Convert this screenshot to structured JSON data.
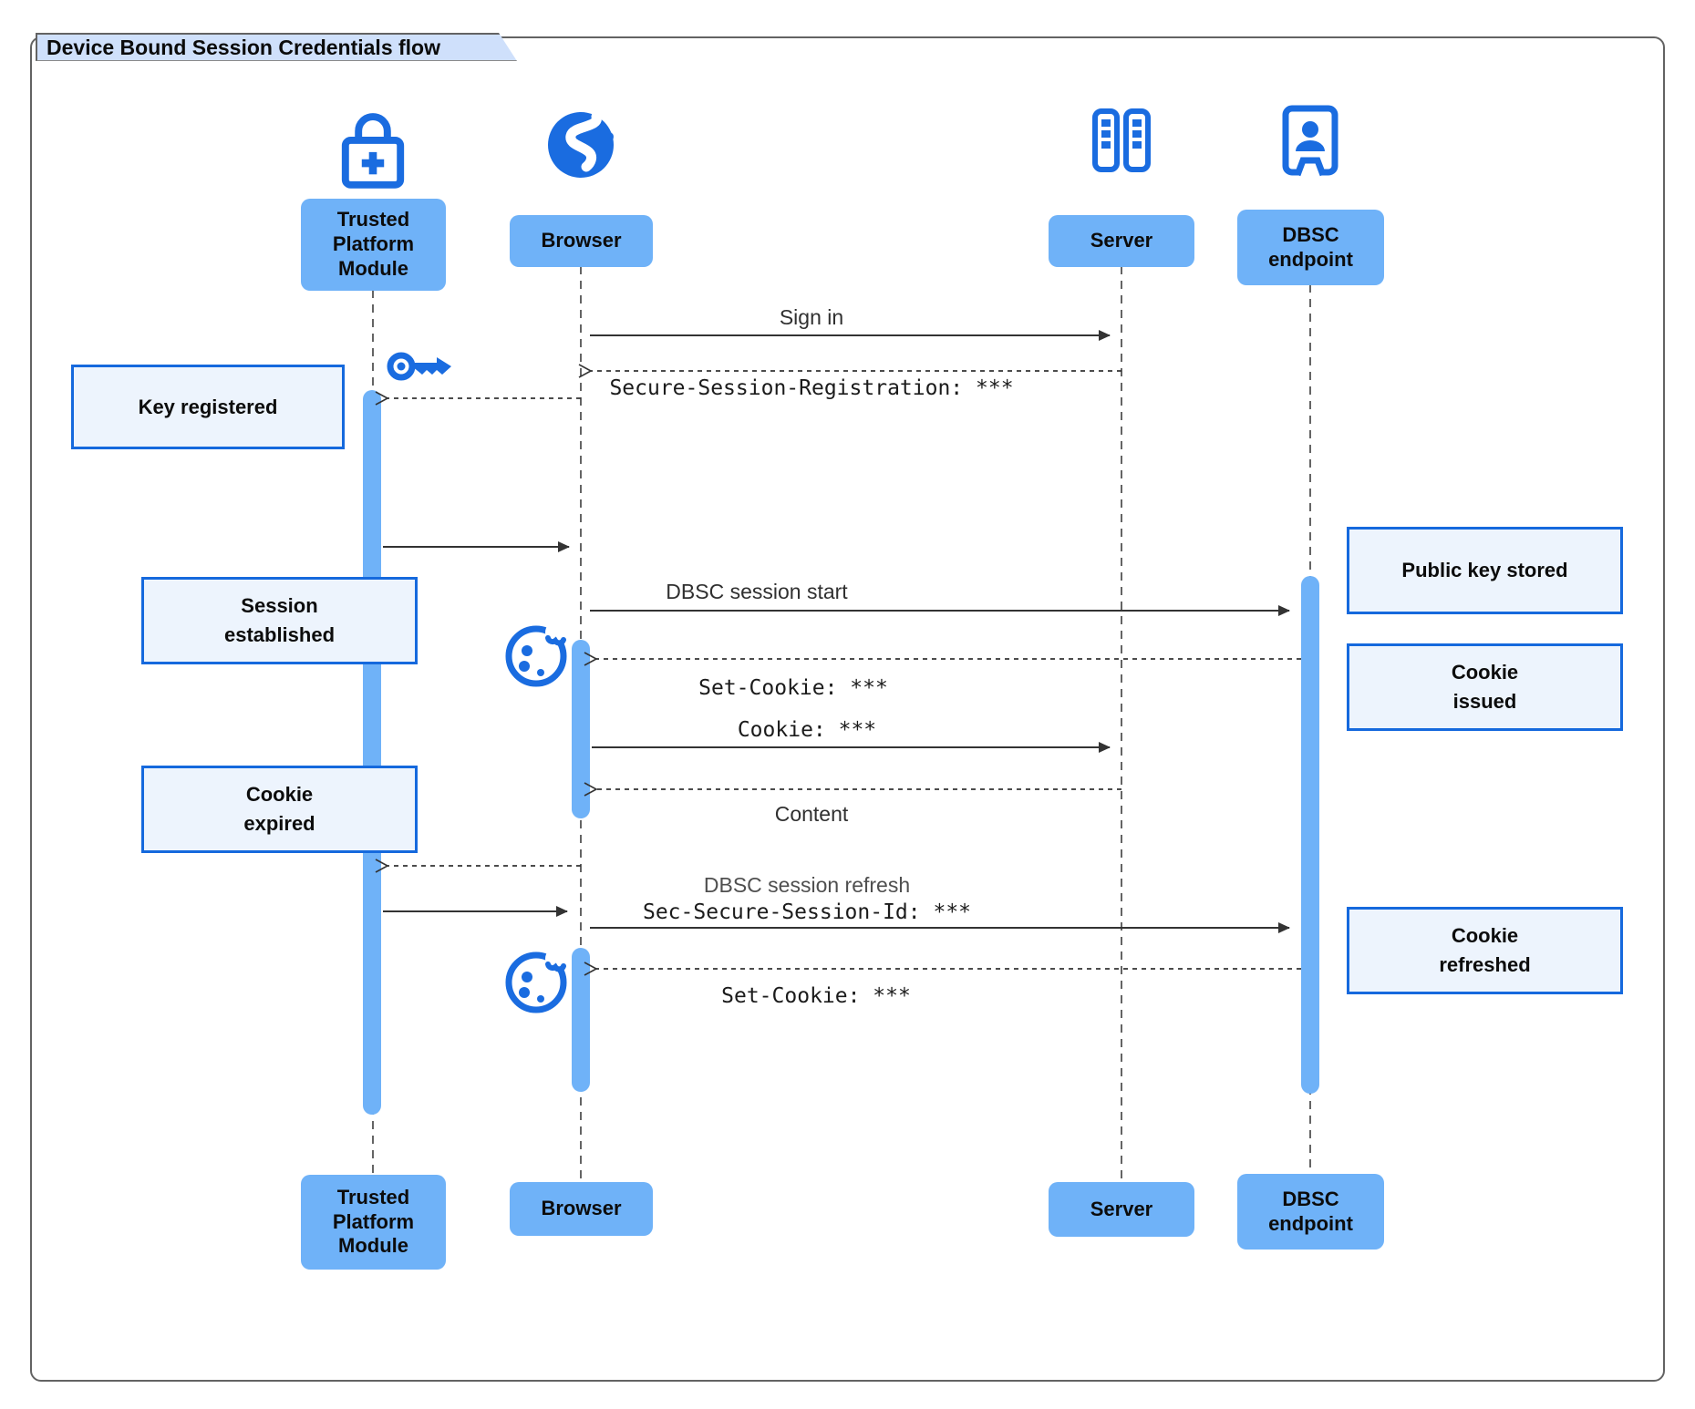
{
  "title": "Device Bound Session Credentials flow",
  "colors": {
    "accent_blue": "#1a6ce0",
    "participant_box": "#6fb2f8",
    "note_bg": "#edf4fd",
    "note_border": "#1569dd",
    "title_tab_bg": "#cfe0fb"
  },
  "participants": {
    "tpm": {
      "label": "Trusted\nPlatform\nModule",
      "icon": "lock-plus-icon"
    },
    "browser": {
      "label": "Browser",
      "icon": "globe-icon"
    },
    "server": {
      "label": "Server",
      "icon": "server-icon"
    },
    "dbsc": {
      "label": "DBSC\nendpoint",
      "icon": "door-person-icon"
    }
  },
  "messages": {
    "sign_in": {
      "label": "Sign in",
      "from": "browser",
      "to": "server",
      "style": "solid"
    },
    "registration": {
      "label": "Secure-Session-Registration: ***",
      "from": "server",
      "to": "browser",
      "style": "dashed"
    },
    "session_start": {
      "label": "DBSC session start",
      "from": "browser",
      "to": "dbsc",
      "style": "solid"
    },
    "set_cookie_1": {
      "label": "Set-Cookie: ***",
      "from": "dbsc",
      "to": "browser",
      "style": "dashed"
    },
    "cookie": {
      "label": "Cookie: ***",
      "from": "browser",
      "to": "server",
      "style": "solid"
    },
    "content": {
      "label": "Content",
      "from": "server",
      "to": "browser",
      "style": "dashed"
    },
    "session_refresh": {
      "label": "DBSC session refresh",
      "from": "browser",
      "to": "dbsc",
      "style": "solid"
    },
    "session_id": {
      "label": "Sec-Secure-Session-Id: ***",
      "from": "browser",
      "to": "dbsc",
      "style": "solid"
    },
    "set_cookie_2": {
      "label": "Set-Cookie: ***",
      "from": "dbsc",
      "to": "browser",
      "style": "dashed"
    }
  },
  "notes": {
    "key_registered": {
      "label": "Key registered"
    },
    "session_established": {
      "label": "Session\nestablished"
    },
    "cookie_expired": {
      "label": "Cookie\nexpired"
    },
    "public_key_stored": {
      "label": "Public key stored"
    },
    "cookie_issued": {
      "label": "Cookie\nissued"
    },
    "cookie_refreshed": {
      "label": "Cookie\nrefreshed"
    }
  }
}
